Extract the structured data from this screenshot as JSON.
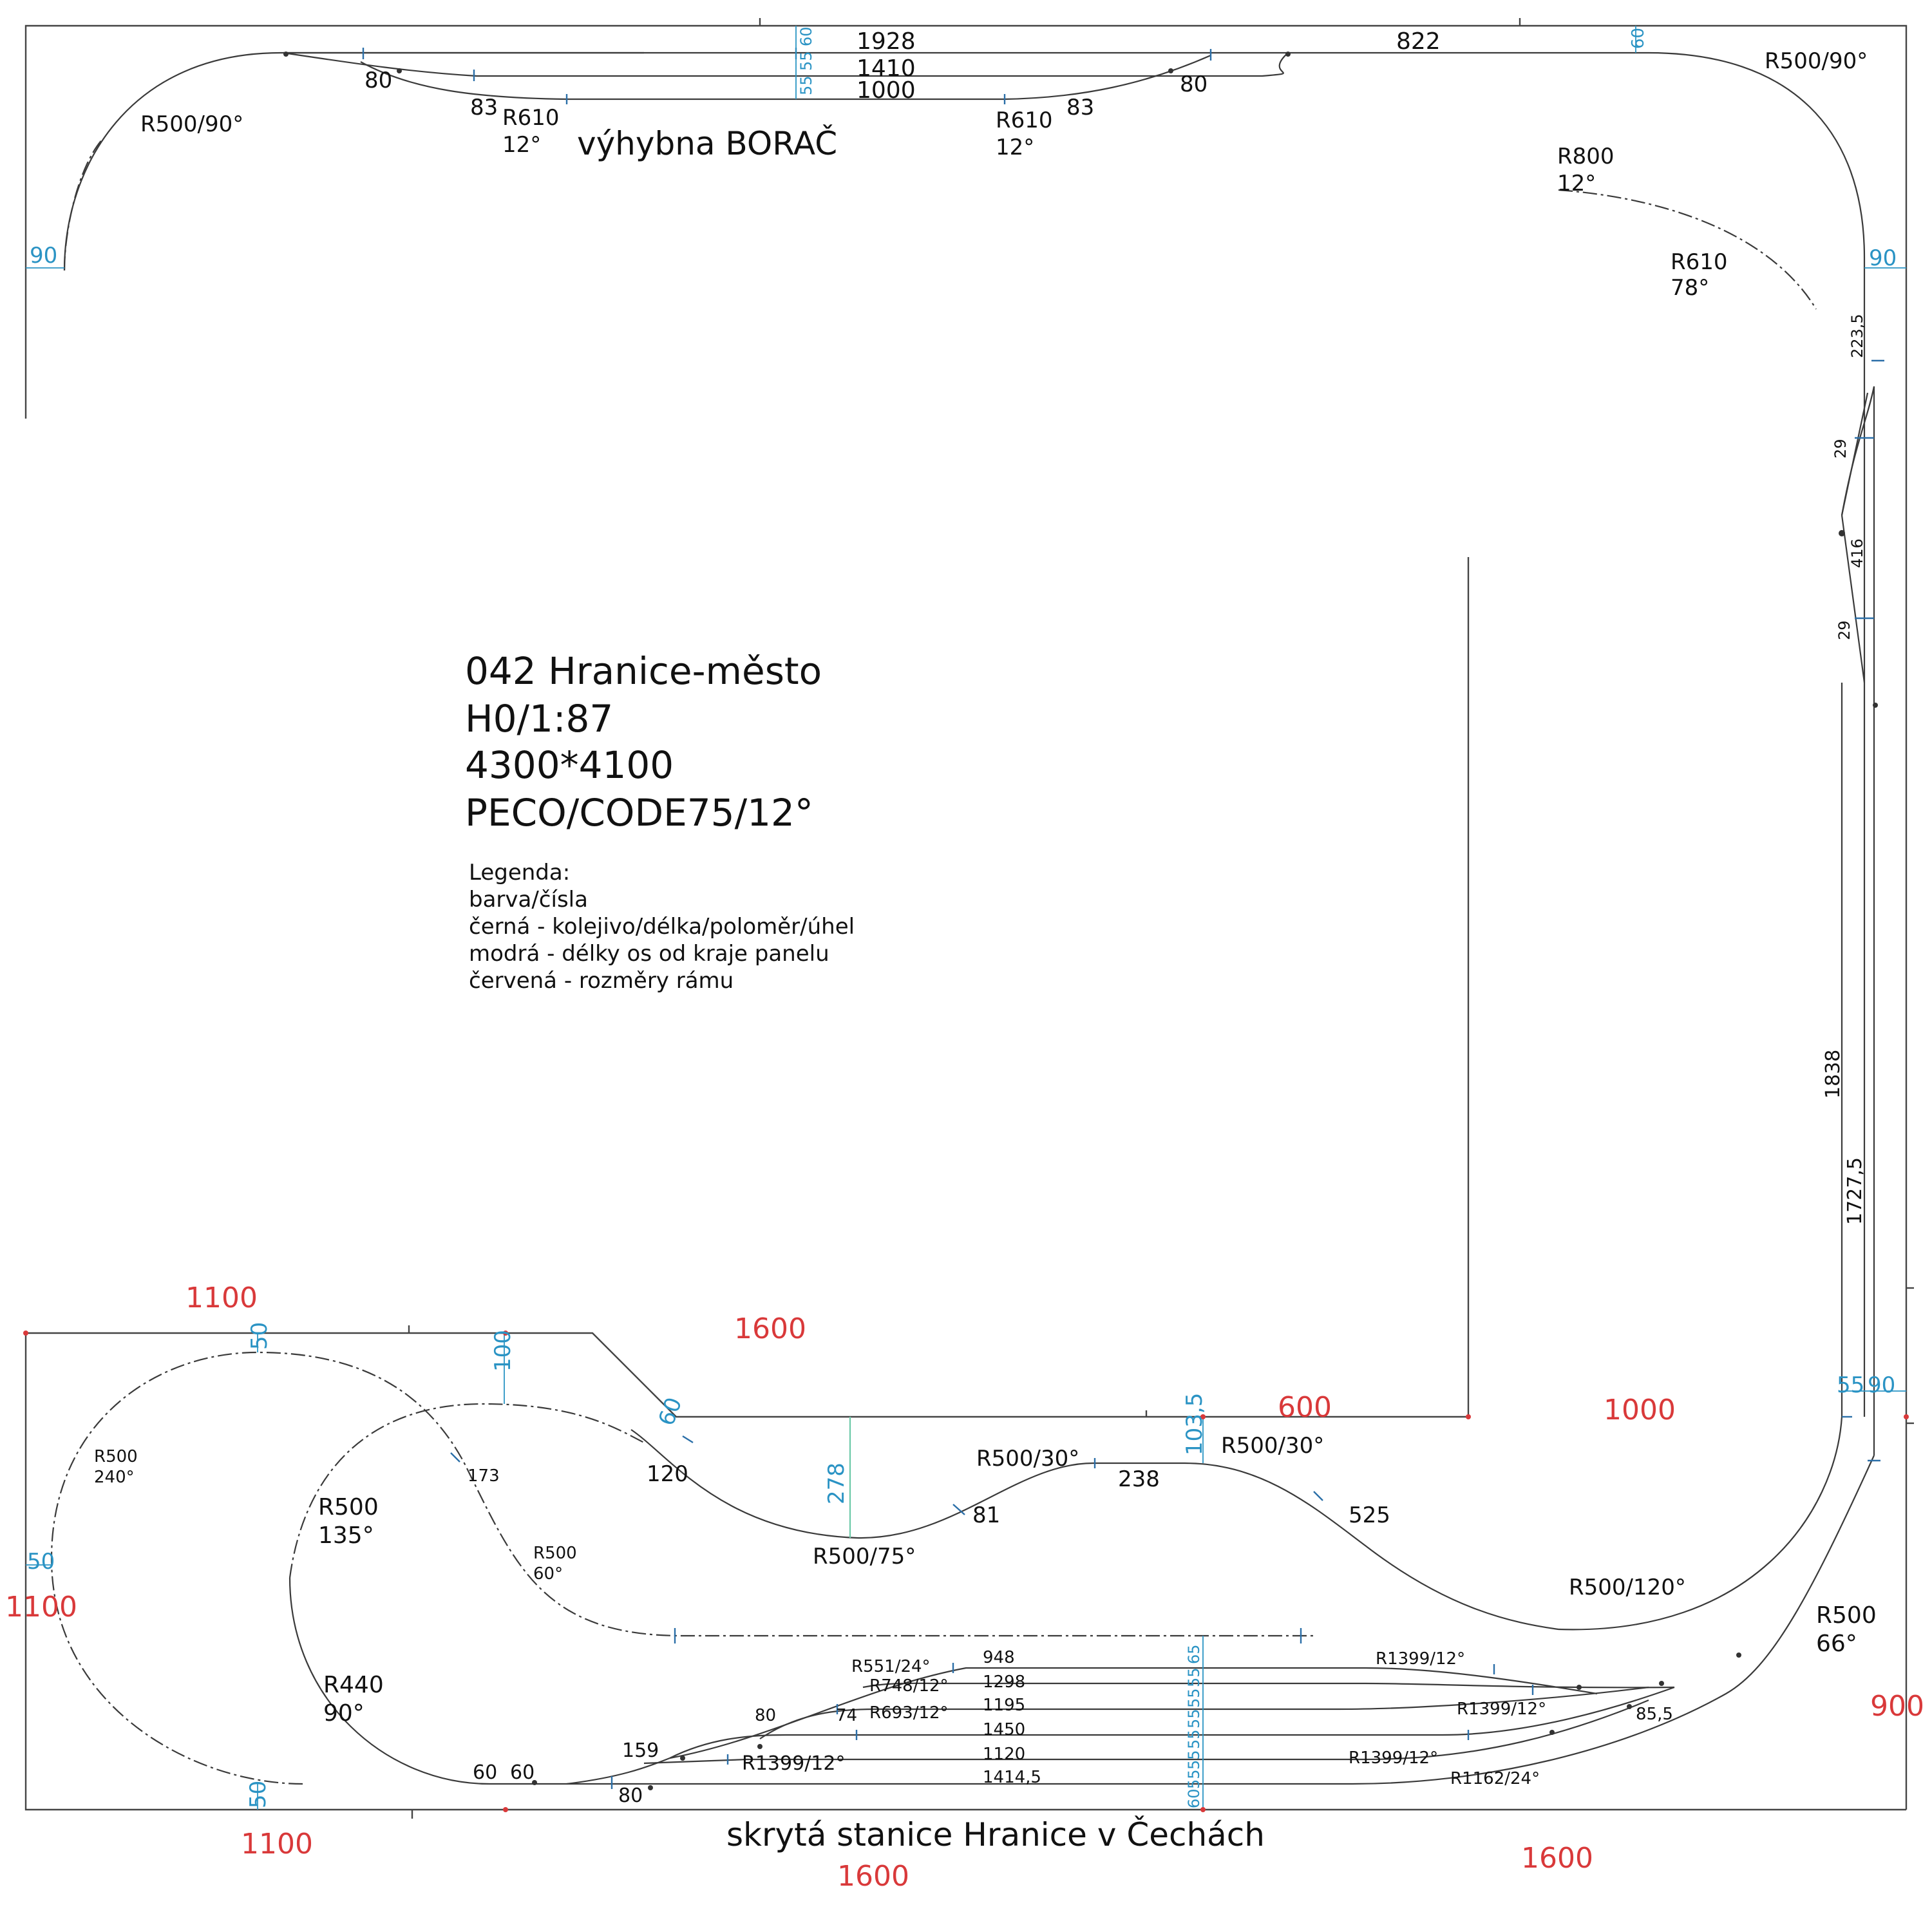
{
  "info": {
    "title": "042 Hranice-město",
    "scale": "H0/1:87",
    "size": "4300*4100",
    "system": "PECO/CODE75/12°"
  },
  "legend": {
    "heading": "Legenda:",
    "lines": [
      "barva/čísla",
      "černá - kolejivo/délka/poloměr/úhel",
      "modrá - délky os od kraje panelu",
      "červená - rozměry rámu"
    ]
  },
  "station_labels": {
    "borac": "výhybna BORAČ",
    "hranice": "skrytá stanice Hranice v Čechách"
  },
  "colors": {
    "track": "#3a3a3a",
    "axis_dims": "#2a93c4",
    "frame_dims": "#d9393a",
    "highlight": "#6cc9a8"
  },
  "top_section": {
    "track_lengths": [
      "1928",
      "1410",
      "1000",
      "822"
    ],
    "switch_dims": [
      "80",
      "83",
      "83",
      "80"
    ],
    "radii": {
      "left_corner": "R500/90°",
      "right_corner": "R500/90°",
      "turnout_left_r": "R610",
      "turnout_left_a": "12°",
      "turnout_right_r": "R610",
      "turnout_right_a": "12°",
      "branch_r800_r": "R800",
      "branch_r800_a": "12°",
      "branch_r610_r": "R610",
      "branch_r610_a": "78°"
    },
    "axis_offsets": [
      "60",
      "55",
      "55",
      "60",
      "90",
      "90"
    ]
  },
  "right_section": {
    "lengths": [
      "223,5",
      "29",
      "416",
      "29",
      "1838",
      "1727,5"
    ],
    "axis_offsets": [
      "55",
      "90"
    ],
    "radii": {
      "r500_66_r": "R500",
      "r500_66_a": "66°",
      "r500_120": "R500/120°"
    }
  },
  "middle_section": {
    "axis_offsets": [
      "50",
      "100",
      "60",
      "278",
      "103,5",
      "50",
      "50"
    ],
    "lengths": [
      "173",
      "120",
      "81",
      "238",
      "525"
    ],
    "radii": {
      "r500_240_r": "R500",
      "r500_240_a": "240°",
      "r500_135_r": "R500",
      "r500_135_a": "135°",
      "r500_60_r": "R500",
      "r500_60_a": "60°",
      "r500_30_left": "R500/30°",
      "r500_30_right": "R500/30°",
      "r500_75": "R500/75°",
      "r440_r": "R440",
      "r440_a": "90°"
    }
  },
  "station_section": {
    "track_lengths": [
      "948",
      "1298",
      "1195",
      "1450",
      "1120",
      "1414,5"
    ],
    "small_dims": [
      "60",
      "60",
      "159",
      "80",
      "80",
      "74",
      "85,5"
    ],
    "turnouts": [
      "R551/24°",
      "R748/12°",
      "R693/12°",
      "R1399/12°",
      "R1399/12°",
      "R1399/12°",
      "R1399/12°",
      "R1162/24°"
    ],
    "axis_offsets": [
      "65",
      "55",
      "55",
      "55",
      "55",
      "55",
      "55",
      "60"
    ]
  },
  "frame_dims": {
    "top_left_1100": "1100",
    "top_mid_1600": "1600",
    "mid_600": "600",
    "mid_1000": "1000",
    "left_1100": "1100",
    "right_900": "900",
    "bottom_1100": "1100",
    "bottom_1600_mid": "1600",
    "bottom_1600_right": "1600"
  }
}
